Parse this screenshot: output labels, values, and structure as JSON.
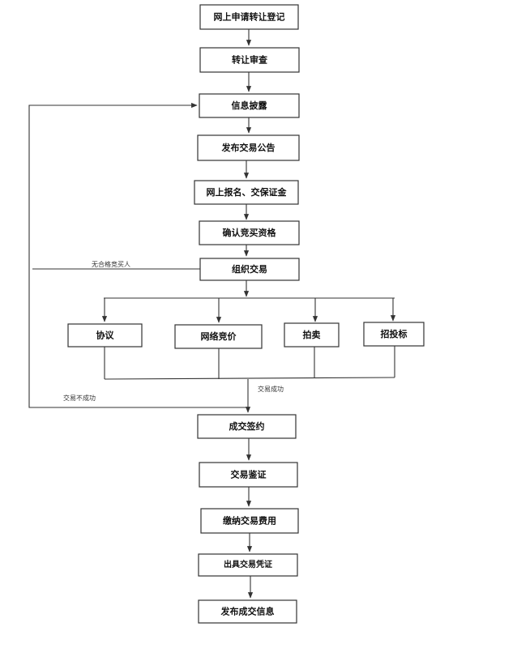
{
  "colors": {
    "line": "#333333",
    "box_fill": "#ffffff",
    "text": "#111111"
  },
  "nodes": {
    "apply_online": "网上申请转让登记",
    "review": "转让审查",
    "disclosure": "信息披露",
    "announce": "发布交易公告",
    "register_deposit": "网上报名、交保证金",
    "confirm_qualification": "确认竞买资格",
    "organize": "组织交易",
    "negotiation": "协议",
    "online_bidding": "网络竞价",
    "auction": "拍卖",
    "tender": "招投标",
    "sign_contract": "成交签约",
    "authentication": "交易鉴证",
    "pay_fees": "缴纳交易费用",
    "issue_certificate": "出具交易凭证",
    "publish_result": "发布成交信息"
  },
  "labels": {
    "unqualified": "无合格竞买人",
    "trade_success": "交易成功",
    "trade_failed": "交易不成功"
  }
}
